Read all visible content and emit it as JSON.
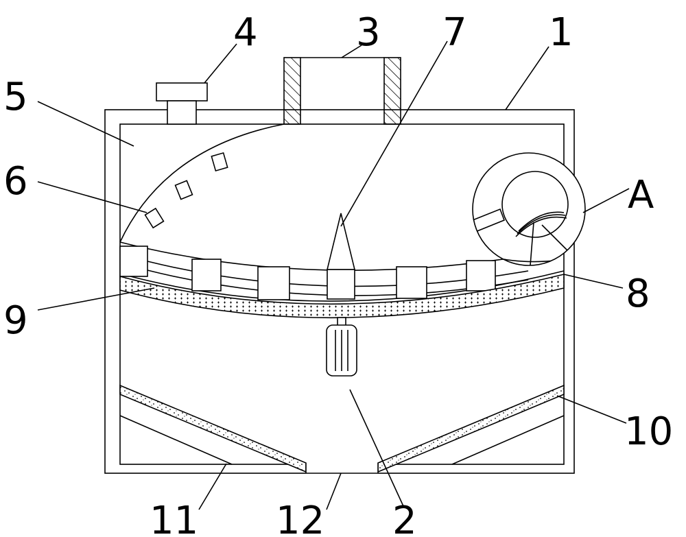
{
  "labels": {
    "l1": "1",
    "l2": "2",
    "l3": "3",
    "l4": "4",
    "l5": "5",
    "l6": "6",
    "l7": "7",
    "l8": "8",
    "l9": "9",
    "l10": "10",
    "l11": "11",
    "l12": "12",
    "lA": "A"
  },
  "colors": {
    "line": "#000000",
    "background": "#ffffff"
  }
}
